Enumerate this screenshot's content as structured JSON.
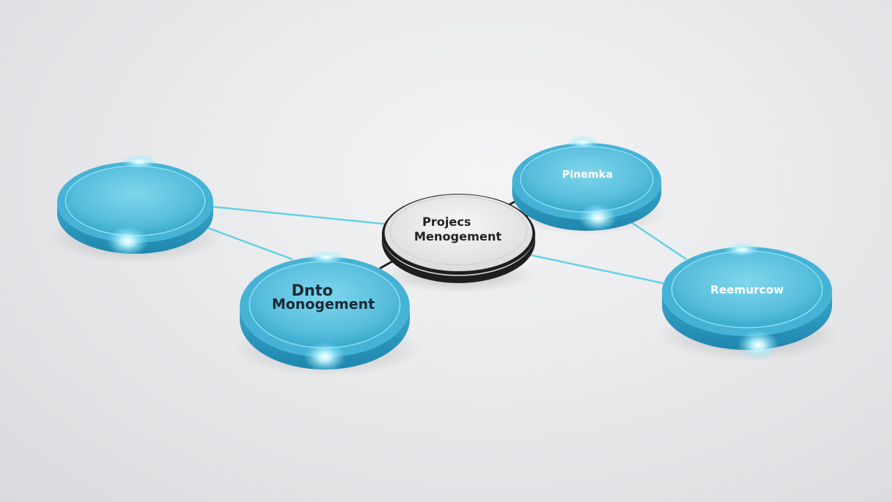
{
  "center": {
    "line1": "Projecs",
    "line2": "Menogement"
  },
  "nodes": {
    "top_left": {
      "label": ""
    },
    "data_management": {
      "line1": "Dnto",
      "line2": "Monogement"
    },
    "top_right": {
      "label": "Pinemka"
    },
    "bottom_right": {
      "label": "Reemurcow"
    }
  },
  "colors": {
    "disc_top": "#5ec3df",
    "disc_side": "#2f9fc4",
    "glow": "#d8fbff",
    "connector": "#5fd0e6",
    "center_face": "#ececec",
    "center_ring": "#1e1e1e",
    "label_dark": "#1a2a36",
    "label_light": "#ffffff"
  }
}
